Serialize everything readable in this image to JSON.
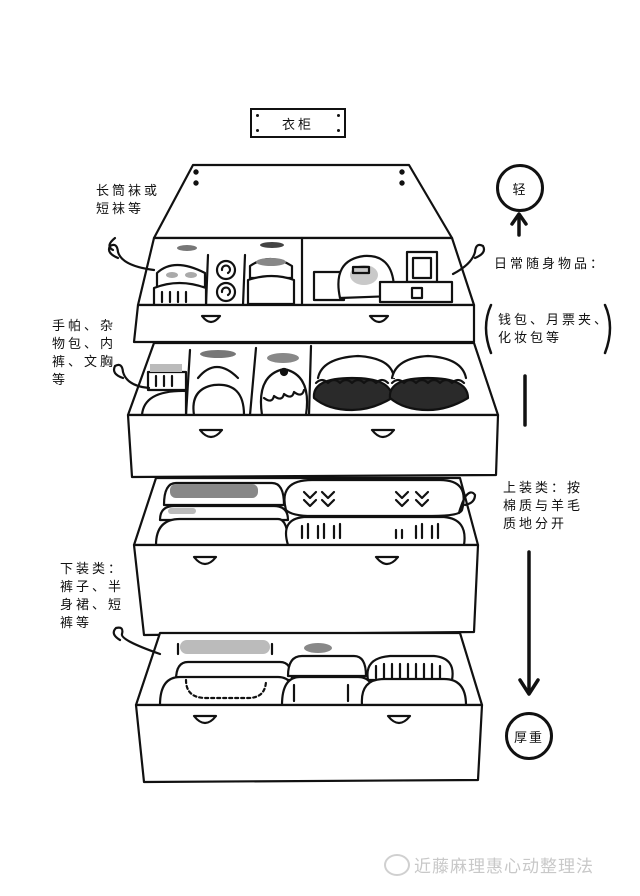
{
  "title": "衣柜",
  "scale": {
    "top_label": "轻",
    "bottom_label": "厚重"
  },
  "annotations": {
    "socks": "长筒袜或\n短袜等",
    "daily_items_title": "日常随身物品：",
    "daily_items_detail": "钱包、月票夹、\n化妆包等",
    "small_items": "手帕、杂\n物包、内\n裤、文胸\n等",
    "tops": "上装类：按\n棉质与羊毛\n质地分开",
    "bottoms": "下装类：\n裤子、半\n身裙、短\n裤等"
  },
  "drawers": [
    {
      "name": "socks-and-daily-items",
      "contents": [
        "socks",
        "daily-items"
      ]
    },
    {
      "name": "underwear-and-small-items",
      "contents": [
        "handkerchiefs",
        "pouches",
        "underwear",
        "bras"
      ]
    },
    {
      "name": "tops",
      "contents": [
        "cotton-tops",
        "wool-tops"
      ]
    },
    {
      "name": "bottoms",
      "contents": [
        "pants",
        "skirts",
        "shorts"
      ]
    }
  ],
  "colors": {
    "ink": "#111111",
    "shade_light": "#c4c4c4",
    "shade_dark": "#7a7a7a",
    "shade_black": "#2a2a2a",
    "watermark": "#c8c8c8"
  },
  "watermark": "近藤麻理惠心动整理法",
  "watermark_icon": "wechat-icon"
}
